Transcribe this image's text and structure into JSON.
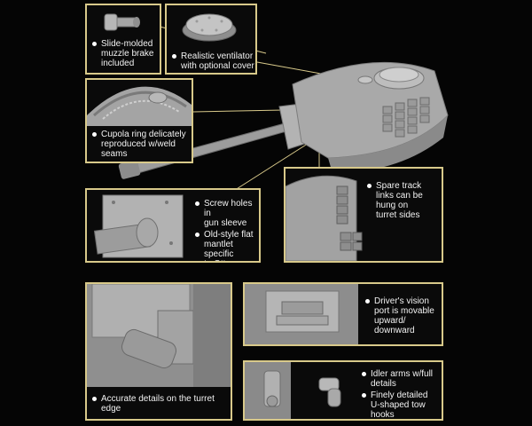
{
  "colors": {
    "frame": "#d8c98a",
    "background": "#050505",
    "caption": "#f2f2f2",
    "model_grey": "#a6a6a6"
  },
  "callouts": {
    "muzzle_brake": {
      "lines": [
        "Slide-molded\nmuzzle brake\nincluded"
      ]
    },
    "ventilator": {
      "lines": [
        "Realistic ventilator\nwith optional cover"
      ]
    },
    "cupola": {
      "lines": [
        "Cupola ring delicately\nreproduced w/weld\nseams"
      ]
    },
    "gun_sleeve": {
      "lines": [
        "Screw holes in\ngun sleeve",
        "Old-style flat\nmantlet specific\nto Otto\nCarius' Tiger"
      ]
    },
    "spare_track": {
      "lines": [
        "Spare track\nlinks can be\nhung on\nturret sides"
      ]
    },
    "turret_edge": {
      "lines": [
        "Accurate details on the turret\nedge"
      ]
    },
    "vision_port": {
      "lines": [
        "Driver's vision\nport is movable\nupward/\ndownward"
      ]
    },
    "idler": {
      "lines": [
        "Idler arms w/full\ndetails",
        "Finely detailed\nU-shaped tow\nhooks"
      ]
    }
  }
}
